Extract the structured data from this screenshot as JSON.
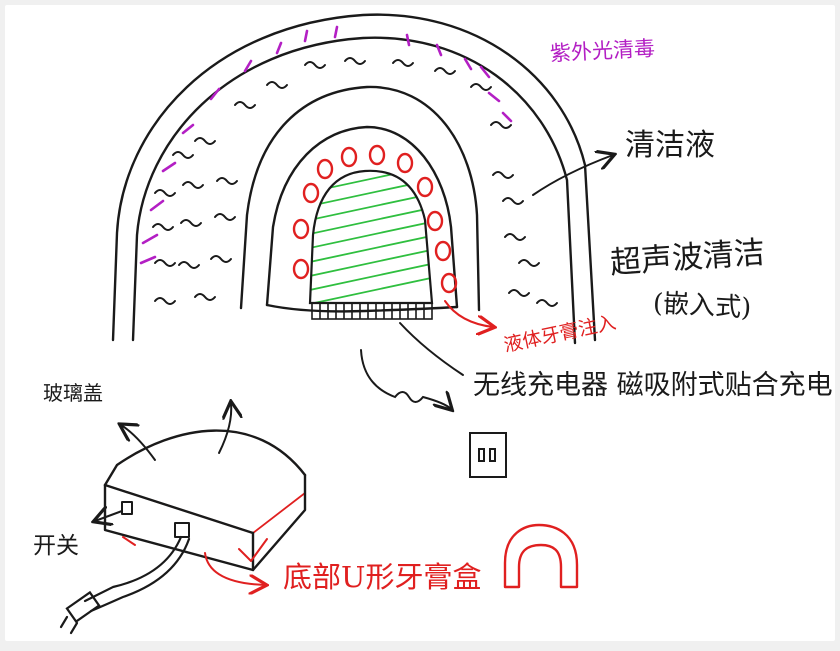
{
  "labels": {
    "uv_sterilization": "紫外光清毒",
    "cleaning_fluid": "清洁液",
    "ultrasonic_cleaning": "超声波清洁",
    "embedded_type": "(嵌入式)",
    "toothpaste_injection": "液体牙膏注入",
    "charger_note": "无线充电器 磁吸附式贴合充电",
    "glass_lid": "玻璃盖",
    "switch": "开关",
    "bottom_box": "底部U形牙膏盒"
  },
  "colors": {
    "ink": "#1a1a1a",
    "accent_red": "#e02020",
    "uv_purple": "#b31fc4",
    "brush_green": "#2fbf3f"
  }
}
